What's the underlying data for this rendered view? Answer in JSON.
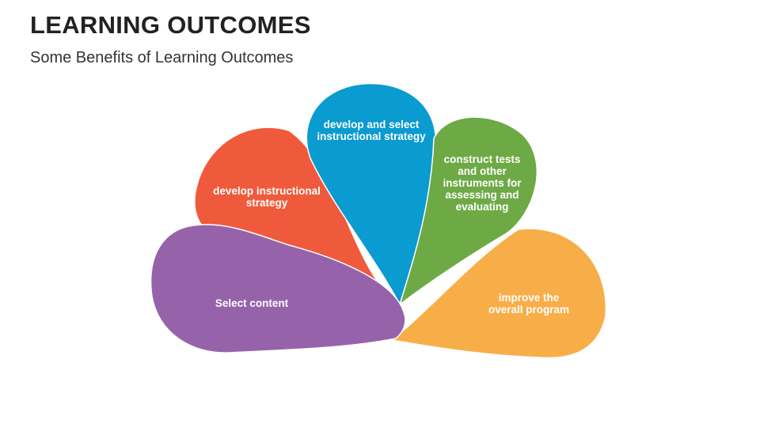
{
  "header": {
    "title": "LEARNING OUTCOMES",
    "subtitle": "Some Benefits of Learning Outcomes"
  },
  "petals": [
    {
      "id": "red",
      "label": "develop instructional strategy",
      "color": "#F05A3C"
    },
    {
      "id": "blue",
      "label": "develop and select instructional strategy",
      "color": "#0A9BD0"
    },
    {
      "id": "green",
      "label": "construct tests and other instruments for assessing and evaluating",
      "color": "#6DAA45"
    },
    {
      "id": "orange",
      "label": "improve the overall program",
      "color": "#F8AE48"
    },
    {
      "id": "purple",
      "label": "Select content",
      "color": "#9663AA"
    }
  ]
}
